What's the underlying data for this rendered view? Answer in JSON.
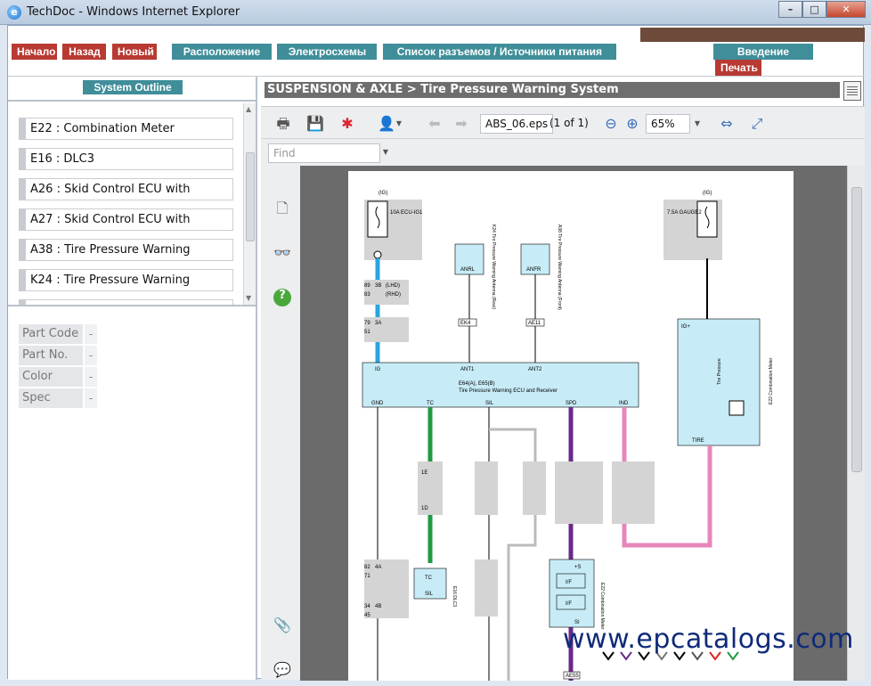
{
  "window": {
    "title": "TechDoc - Windows Internet Explorer",
    "min": "–",
    "max": "□",
    "close": "✕"
  },
  "nav": {
    "left": [
      "Начало",
      "Назад",
      "Новый"
    ],
    "middle": [
      "Расположение",
      "Электросхемы",
      "Список разъемов / Источники питания"
    ],
    "right": [
      "Введение",
      "Печать"
    ]
  },
  "outline": {
    "button": "System Outline",
    "items": [
      "E22 : Combination Meter",
      "E16 : DLC3",
      "A26 : Skid Control ECU with",
      "A27 : Skid Control ECU with",
      "A38 : Tire Pressure Warning",
      "K24 : Tire Pressure Warning"
    ]
  },
  "props": [
    {
      "key": "Part Code",
      "val": "-"
    },
    {
      "key": "Part No.",
      "val": "-"
    },
    {
      "key": "Color",
      "val": "-"
    },
    {
      "key": "Spec",
      "val": "-"
    }
  ],
  "breadcrumb": "SUSPENSION & AXLE > Tire Pressure Warning System",
  "viewer": {
    "filename": "ABS_06.eps",
    "page_of": "(1 of 1)",
    "zoom": "65%",
    "find_placeholder": "Find"
  },
  "diagram": {
    "ig_left": "(IG)",
    "fuse_left": "10A\nECU-IG1",
    "ig_right": "(IG)",
    "fuse_right": "7.5A\nGAUGE2",
    "anrl": "ANRL",
    "anfr": "ANFR",
    "k24_label": "K24\nTire Pressure Warning Antenna (Rear)",
    "a38_label": "A38\nTire Pressure Warning Antenna (Front)",
    "ecu_line1": "E64(A), E65(B)",
    "ecu_line2": "Tire Pressure Warning ECU and Receiver",
    "ecu_top_pins": [
      "IG",
      "ANT1",
      "ANT2"
    ],
    "ecu_bottom_pins": [
      "GND",
      "TC",
      "SIL",
      "SPD",
      "IND"
    ],
    "meter_label": "E22\nCombination Meter",
    "meter_pins": [
      "IG+",
      "TIRE"
    ],
    "meter_inner": "Tire Pressure",
    "dlc_label": "E16\nDLC3",
    "dlc_pins": [
      "TC",
      "SIL"
    ],
    "meter2_pins": [
      "+S",
      "I/F",
      "I/F",
      "SI"
    ],
    "meter2_label": "E22\nCombination Meter",
    "tags": {
      "ek4": "EK4",
      "ae11": "AE11",
      "ae55": "AE55",
      "p89": "89",
      "p83": "83",
      "p79": "79",
      "p51": "51",
      "p82": "82",
      "p71": "71",
      "p34": "34",
      "p45": "45",
      "c3b": "3B",
      "c3a": "3A",
      "c4a": "4A",
      "c4b": "4B",
      "c1e": "1E",
      "c1d": "1D",
      "cLHD": "(LHD)",
      "cRHD": "(RHD)"
    }
  },
  "watermark": "www.epcatalogs.com",
  "colors": {
    "ig_wire": "#28a6df",
    "tc_wire": "#1f9a45",
    "spd_wire": "#6a2a8a",
    "ind_wire": "#e886bb",
    "ecu_fill": "#c7ecf7",
    "gray_box": "#d4d4d4"
  }
}
